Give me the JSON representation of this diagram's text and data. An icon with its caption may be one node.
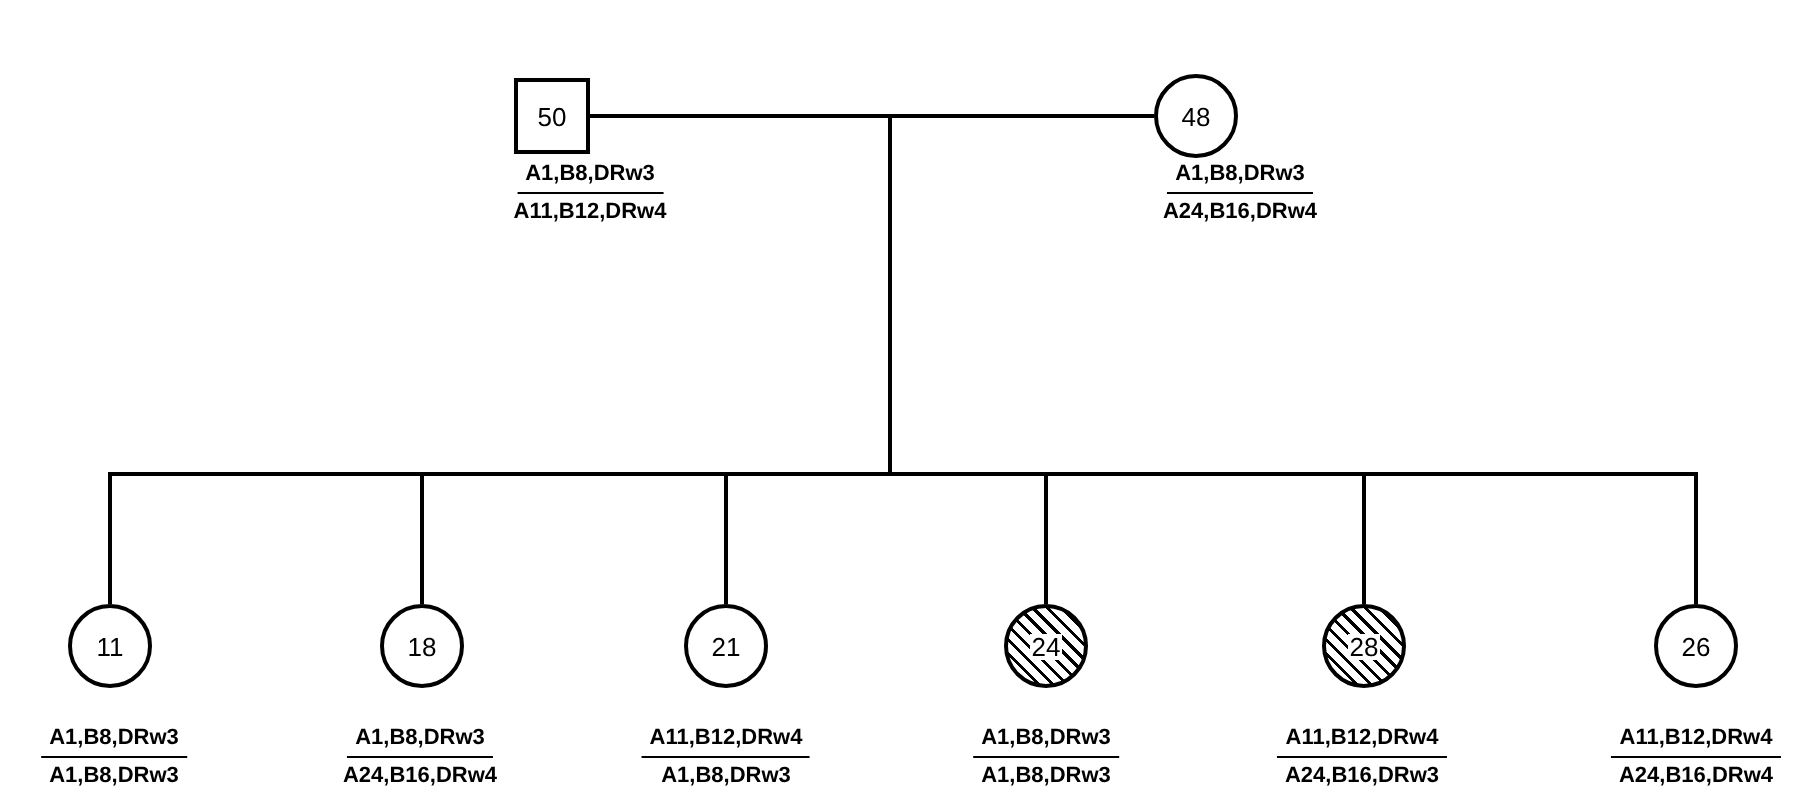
{
  "diagram": {
    "nodes": [
      {
        "text": [
          "50"
        ],
        "beside": [
          "A1,B8,DRw3",
          "A11,B12,DRw4"
        ]
      },
      {
        "text": [
          "48"
        ],
        "beside": [
          "A1,B8,DRw3",
          "A24,B16,DRw4"
        ]
      },
      {
        "text": [
          "11"
        ],
        "beside": [
          "A1,B8,DRw3",
          "A1,B8,DRw3"
        ]
      },
      {
        "text": [
          "18"
        ],
        "beside": [
          "A1,B8,DRw3",
          "A24,B16,DRw4"
        ]
      },
      {
        "text": [
          "21"
        ],
        "beside": [
          "A11,B12,DRw4",
          "A1,B8,DRw3"
        ]
      },
      {
        "text": [
          "24"
        ],
        "beside": [
          "A1,B8,DRw3",
          "A1,B8,DRw3"
        ]
      },
      {
        "text": [
          "28"
        ],
        "beside": [
          "A11,B12,DRw4",
          "A24,B16,DRw3"
        ]
      },
      {
        "text": [
          "26"
        ],
        "beside": [
          "A11,B12,DRw4",
          "A24,B16,DRw4"
        ]
      }
    ],
    "edges": [
      {
        "from": 0,
        "to": 1,
        "arrow": "none"
      },
      {
        "from": 0,
        "to": 2,
        "arrow": "none"
      },
      {
        "from": 0,
        "to": 3,
        "arrow": "none"
      },
      {
        "from": 0,
        "to": 4,
        "arrow": "none"
      },
      {
        "from": 0,
        "to": 5,
        "arrow": "none"
      },
      {
        "from": 0,
        "to": 6,
        "arrow": "none"
      },
      {
        "from": 0,
        "to": 7,
        "arrow": "none"
      },
      {
        "from": 1,
        "to": 2,
        "arrow": "none"
      },
      {
        "from": 1,
        "to": 3,
        "arrow": "none"
      },
      {
        "from": 1,
        "to": 4,
        "arrow": "none"
      },
      {
        "from": 1,
        "to": 5,
        "arrow": "none"
      },
      {
        "from": 1,
        "to": 6,
        "arrow": "none"
      },
      {
        "from": 1,
        "to": 7,
        "arrow": "none"
      }
    ]
  }
}
